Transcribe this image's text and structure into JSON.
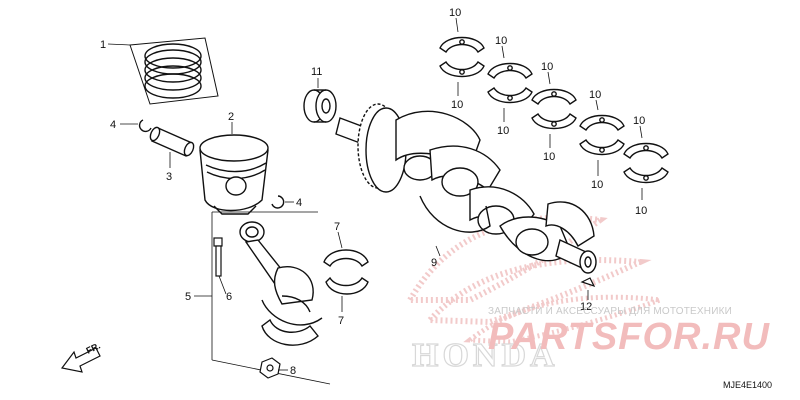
{
  "callouts": {
    "c1": "1",
    "c2": "2",
    "c3": "3",
    "c4a": "4",
    "c4b": "4",
    "c5": "5",
    "c6": "6",
    "c7a": "7",
    "c7b": "7",
    "c8": "8",
    "c9": "9",
    "c10": "10",
    "c11": "11",
    "c12": "12"
  },
  "front_arrow": "FR.",
  "diagram_code": "MJE4E1400",
  "watermark": {
    "tagline": "ЗАПЧАСТИ И АКСЕССУАРЫ ДЛЯ МОТОТЕХНИКИ",
    "site": "PARTSFOR.RU",
    "brand": "HONDA"
  },
  "colors": {
    "line": "#111111",
    "watermark_red": "#e8a0a0",
    "watermark_grey": "#c9c9c9"
  }
}
